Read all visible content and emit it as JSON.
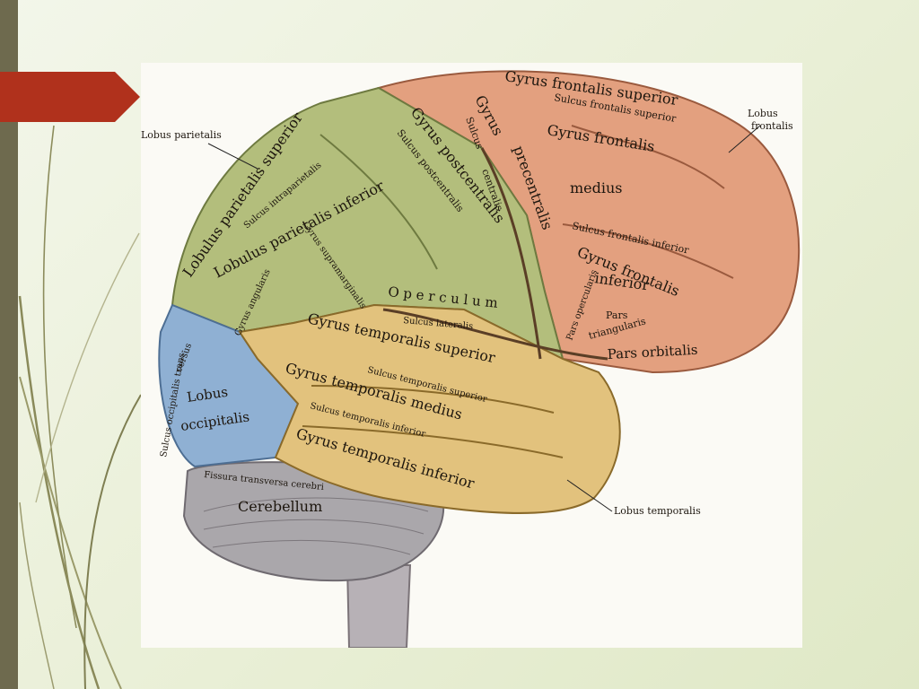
{
  "colors": {
    "background": "#ecf1dc",
    "left_bar": "#6e6a4e",
    "arrow": "#b0311c",
    "frontal": "#e3a07f",
    "parietal": "#b3be7c",
    "occipital": "#8fb0d3",
    "temporal": "#e2c27d",
    "cerebellum": "#aaa7ab"
  },
  "icons": {
    "arrow": "red-arrow-bullet"
  },
  "labels": {
    "lobus_parietalis": "Lobus parietalis",
    "lobus_frontalis_1": "Lobus",
    "lobus_frontalis_2": "frontalis",
    "gyrus_frontalis_superior": "Gyrus frontalis superior",
    "sulcus_frontalis_superior": "Sulcus frontalis superior",
    "gyrus_frontalis": "Gyrus frontalis",
    "medius": "medius",
    "sulcus_frontalis_inferior": "Sulcus frontalis inferior",
    "gyrus_frontalis_inferior_1": "Gyrus frontalis",
    "gyrus_frontalis_inferior_2": "inferior",
    "pars_opercularis": "Pars opercularis",
    "pars_triangularis_1": "Pars",
    "pars_triangularis_2": "triangularis",
    "pars_orbitalis": "Pars orbitalis",
    "gyrus_precentralis_1": "Gyrus",
    "gyrus_precentralis_2": "precentralis",
    "sulcus_centralis_1": "Sulcus",
    "sulcus_centralis_2": "centralis",
    "gyrus_postcentralis": "Gyrus postcentralis",
    "sulcus_postcentralis": "Sulcus postcentralis",
    "lobulus_parietalis_superior": "Lobulus parietalis superior",
    "sulcus_intraparietalis": "Sulcus intraparietalis",
    "lobulus_parietalis_inferior": "Lobulus parietalis inferior",
    "gyrus_supramarginalis": "Gyrus supramarginalis",
    "gyrus_angularis": "Gyrus angularis",
    "operculum": "O p e r c u l u m",
    "sulcus_lateralis": "Sulcus lateralis",
    "gyrus_temporalis_superior": "Gyrus temporalis superior",
    "sulcus_temporalis_superior": "Sulcus temporalis superior",
    "gyrus_temporalis_medius": "Gyrus temporalis medius",
    "sulcus_temporalis_inferior": "Sulcus temporalis inferior",
    "gyrus_temporalis_inferior": "Gyrus temporalis inferior",
    "lobus_temporalis": "Lobus temporalis",
    "sulcus_occipitalis_transversus_1": "Sulcus occipitalis trans-",
    "sulcus_occipitalis_transversus_2": "versus",
    "lobus_occipitalis_1": "Lobus",
    "lobus_occipitalis_2": "occipitalis",
    "fissura_transversa_cerebri": "Fissura transversa cerebri",
    "cerebellum": "Cerebellum"
  }
}
